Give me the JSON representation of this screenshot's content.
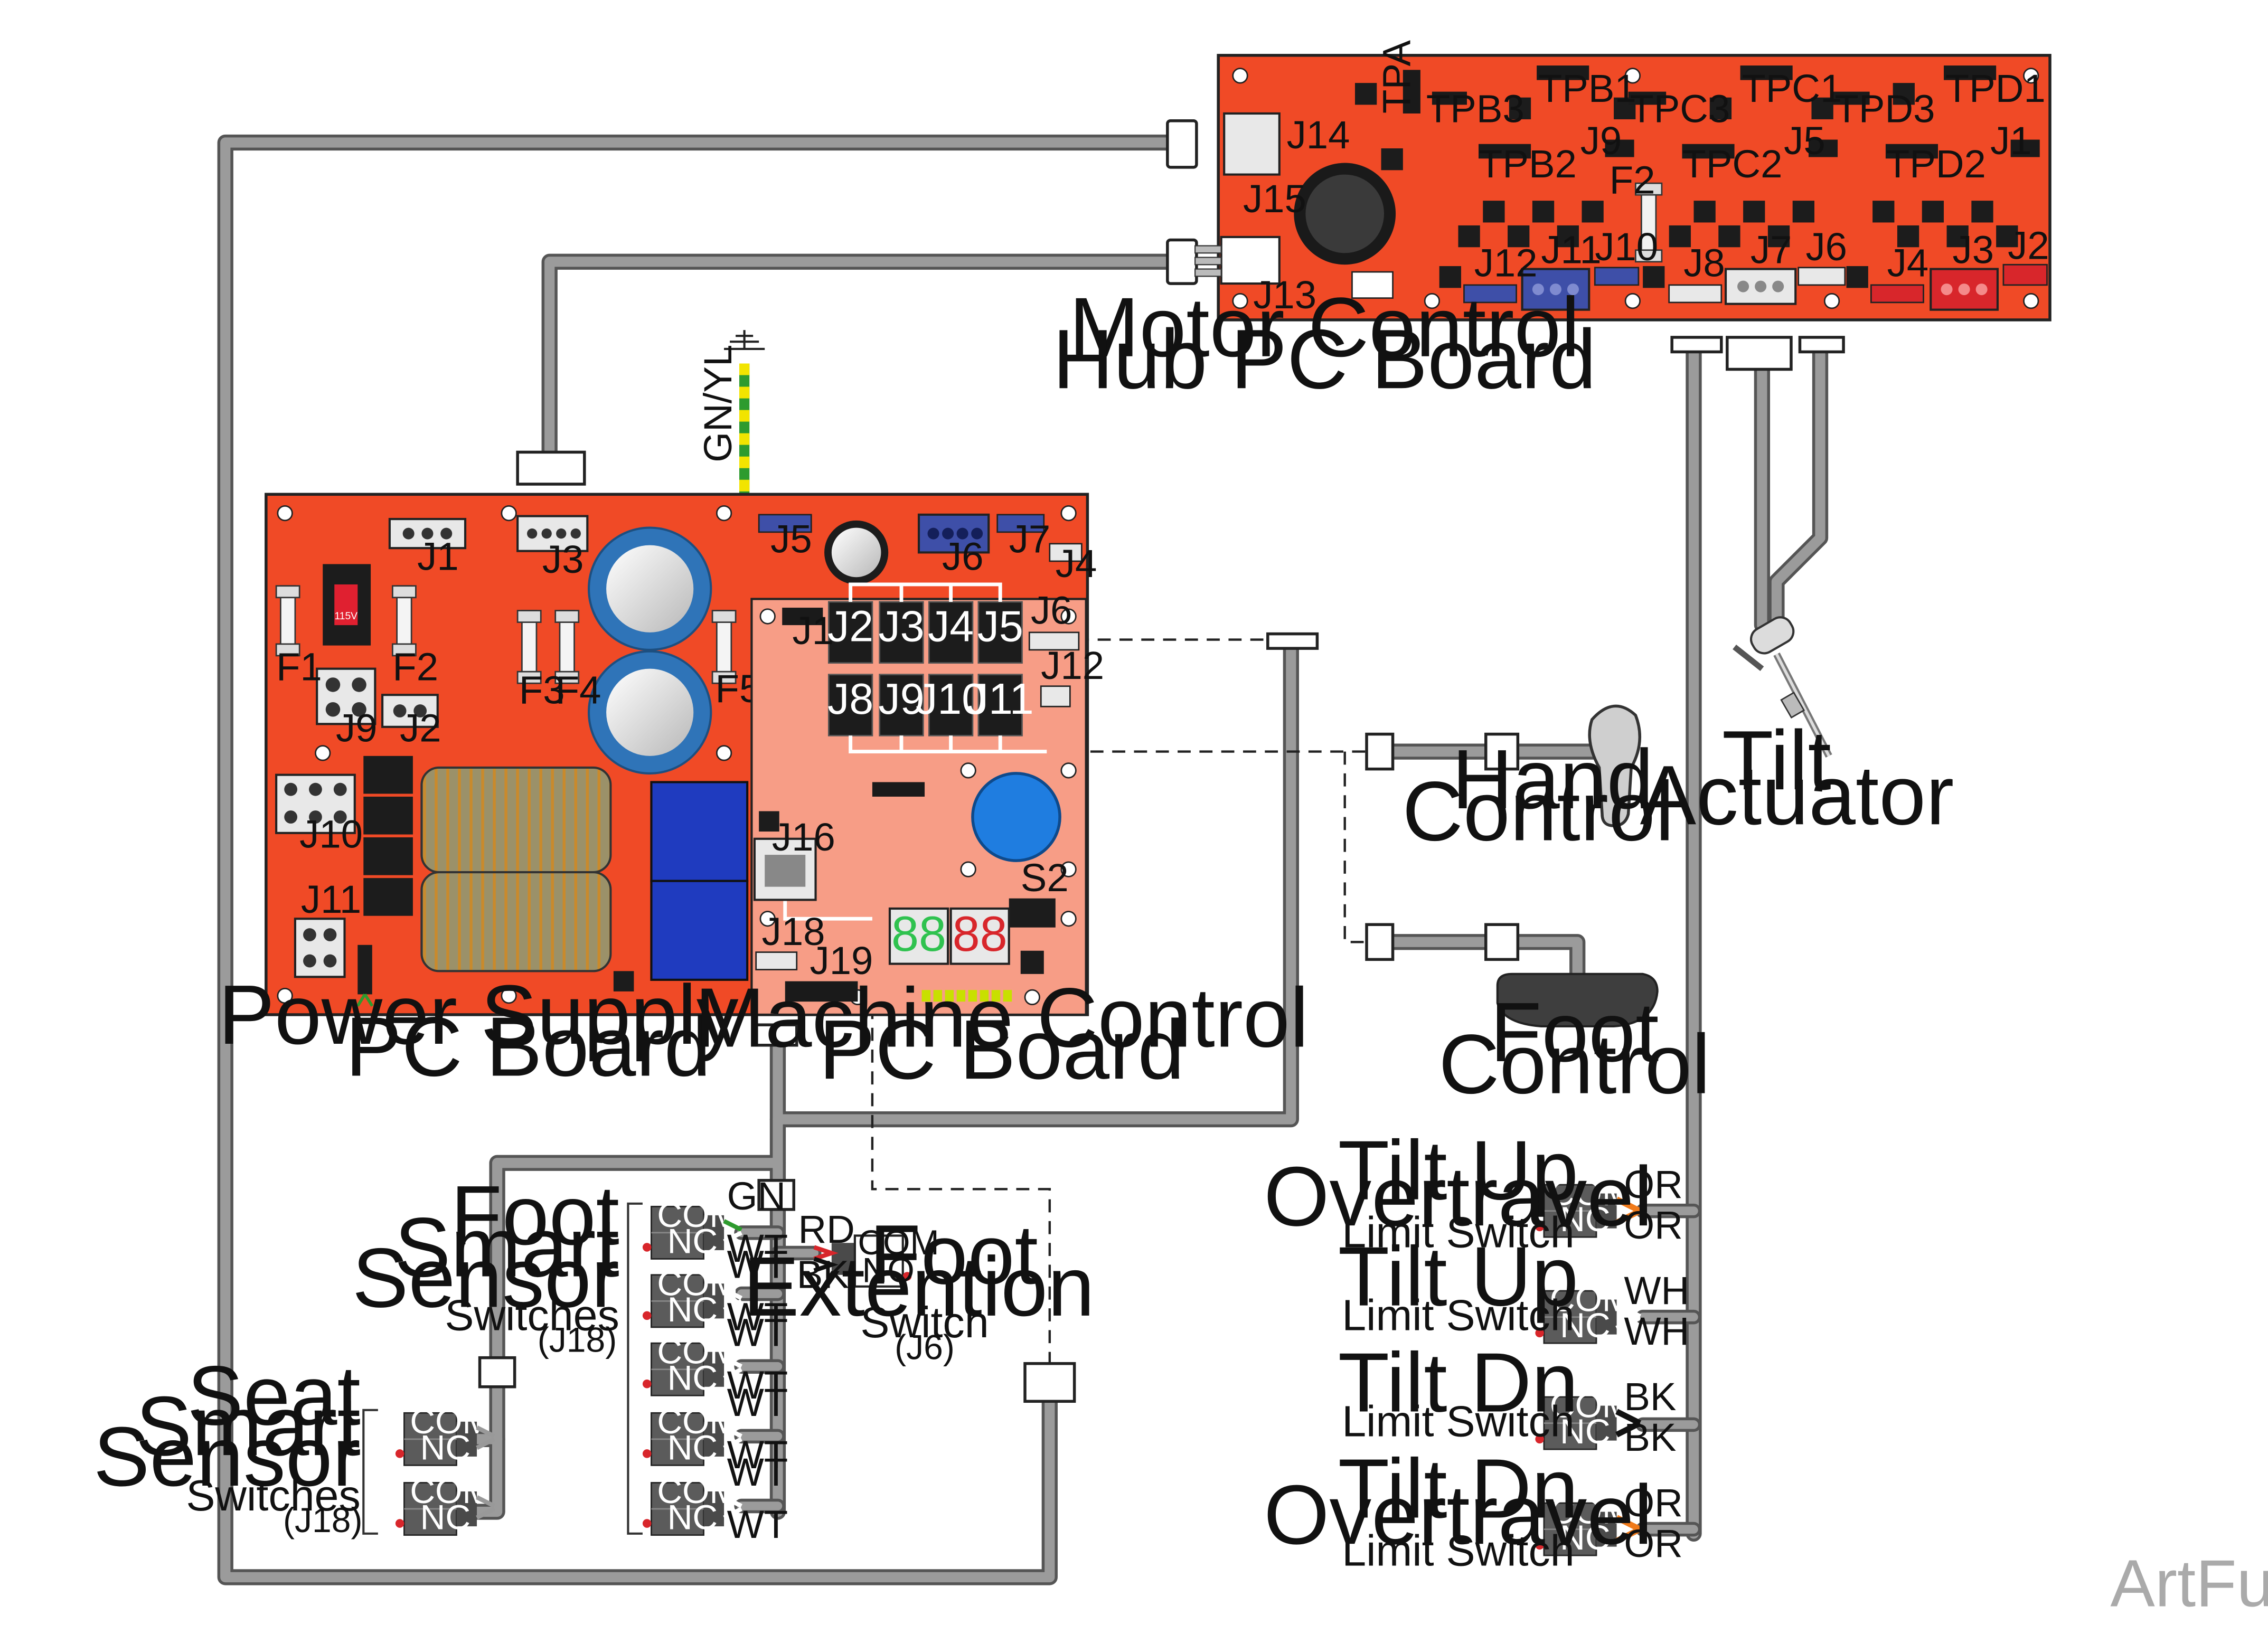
{
  "colors": {
    "board": "#f04a26",
    "machine_board": "#f79d86",
    "cable": "#9a9a9a",
    "cable_edge": "#555555",
    "ground_green": "#2e9b2e",
    "ground_yellow": "#f2e400",
    "capacitor": "#2f74b8",
    "relay": "#1f3bbf",
    "buzzer": "#1f7de0",
    "display": "#2fc24f",
    "display_red": "#d8262b",
    "switch_body": "#5b5b5b",
    "watermark": "#aaaaaa"
  },
  "boards": {
    "motor_hub": {
      "label_line1": "Motor Control",
      "label_line2": "Hub PC Board",
      "headers": [
        "TPA",
        "TPB3",
        "TPB1",
        "TPC3",
        "TPC1",
        "TPD3",
        "TPD1",
        "TPB2",
        "TPC2",
        "TPD2",
        "J9",
        "J5",
        "J1"
      ],
      "connectors": [
        "J14",
        "J15",
        "J13",
        "F2",
        "J12",
        "J11",
        "J10",
        "J8",
        "J7",
        "J6",
        "J4",
        "J3",
        "J2"
      ]
    },
    "power_supply": {
      "label_line1": "Power Supply",
      "label_line2": "PC Board",
      "connectors": [
        "J1",
        "J3",
        "F1",
        "F2",
        "F3",
        "F4",
        "F5",
        "J9",
        "J2",
        "J10",
        "J11",
        "J5",
        "J6",
        "J7",
        "J4"
      ],
      "voltage": "115V"
    },
    "machine_control": {
      "label_line1": "Machine Control",
      "label_line2": "PC Board",
      "ports_top": [
        "J2",
        "J3",
        "J4",
        "J5"
      ],
      "ports_bottom": [
        "J8",
        "J9",
        "J10",
        "J11"
      ],
      "connectors": [
        "J1",
        "J6",
        "J12",
        "J16",
        "J18",
        "J19",
        "S2"
      ],
      "display": [
        "88",
        "88"
      ]
    }
  },
  "ground": {
    "label": "GN/YL"
  },
  "devices": {
    "hand_control": {
      "line1": "Hand",
      "line2": "Control"
    },
    "foot_control": {
      "line1": "Foot",
      "line2": "Control"
    },
    "tilt_actuator": {
      "line1": "Tilt",
      "line2": "Actuator"
    }
  },
  "switch_labels": {
    "com": "COM",
    "nc": "NC",
    "no": "NO"
  },
  "foot_smart_sensor": {
    "line1": "Foot",
    "line2": "Smart",
    "line3": "Sensor",
    "sub": "Switches",
    "ref": "(J18)",
    "wires": [
      {
        "a": "GN",
        "b": "WT"
      },
      {
        "a": "WT",
        "b": "WT"
      },
      {
        "a": "WT",
        "b": "WT"
      },
      {
        "a": "WT",
        "b": "WT"
      },
      {
        "a": "WT",
        "b": "WT"
      }
    ]
  },
  "seat_smart_sensor": {
    "line1": "Seat",
    "line2": "Smart",
    "line3": "Sensor",
    "sub": "Switches",
    "ref": "(J18)"
  },
  "foot_extension": {
    "line1": "Foot",
    "line2": "Extention",
    "sub": "Switch",
    "ref": "(J6)",
    "wire_a": "RD",
    "wire_b": "BK"
  },
  "tilt_switches": [
    {
      "line1": "Tilt Up",
      "line2": "Overtravel",
      "sub": "Limit Switch",
      "wire_a": "OR",
      "wire_b": "OR"
    },
    {
      "line1": "Tilt Up",
      "line2": "",
      "sub": "Limit Switch",
      "wire_a": "WH",
      "wire_b": "WH"
    },
    {
      "line1": "Tilt Dn",
      "line2": "",
      "sub": "Limit Switch",
      "wire_a": "BK",
      "wire_b": "BK"
    },
    {
      "line1": "Tilt Dn",
      "line2": "Overtravel",
      "sub": "Limit Switch",
      "wire_a": "OR",
      "wire_b": "OR"
    }
  ],
  "watermark": "ArtFull"
}
